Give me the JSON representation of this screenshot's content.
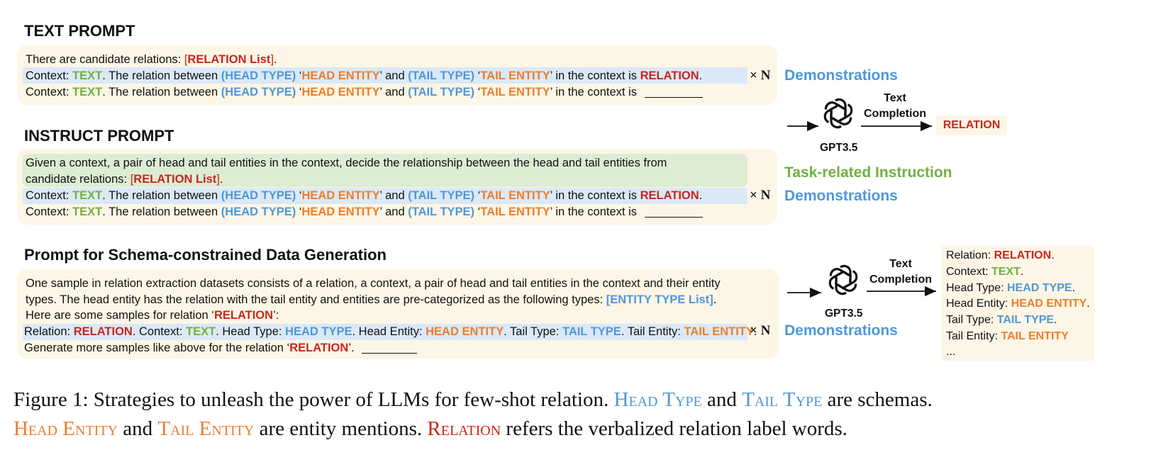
{
  "sections": {
    "text_prompt": "TEXT PROMPT",
    "instruct_prompt": "INSTRUCT PROMPT",
    "schema_prompt": "Prompt for Schema-constrained Data Generation"
  },
  "tokens": {
    "text": "TEXT",
    "head_type": "(HEAD TYPE)",
    "tail_type": "(TAIL TYPE)",
    "head_entity": "HEAD ENTITY",
    "tail_entity": "TAIL ENTITY",
    "relation": "RELATION",
    "relation_list": "RELATION List",
    "entity_type_list": "[ENTITY TYPE List]",
    "head_type_plain": "HEAD TYPE",
    "tail_type_plain": "TAIL TYPE"
  },
  "text_prompt": {
    "candidate_prefix": "There are candidate relations: ",
    "context_prefix": "Context: ",
    "rel_between": ". The relation between ",
    "and": " and ",
    "in_context_is": "’ in the context is ",
    "times_n": "× N"
  },
  "instruct_prompt": {
    "instruction_line1": "Given a context, a pair of head and tail entities in the context, decide the relationship between the head and tail entities from",
    "instruction_line2_prefix": "candidate relations: "
  },
  "schema_prompt": {
    "line1": "One sample in relation extraction datasets consists of a relation, a context, a pair of head and tail entities in the context and their entity",
    "line2_prefix": "types. The head entity has the relation with the tail entity and entities are pre-categorized as the following types: ",
    "line3_prefix": "Here are some samples for relation ‘",
    "line3_suffix": "’:",
    "demo_relation": "Relation: ",
    "demo_context": ". Context: ",
    "demo_head_type": ". Head Type: ",
    "demo_head_entity": ". Head Entity: ",
    "demo_tail_type": ". Tail Type: ",
    "demo_tail_entity": ". Tail Entity: ",
    "generate_prefix": "Generate more samples like above for the relation ‘",
    "generate_suffix": "’."
  },
  "side_labels": {
    "demonstrations": "Demonstrations",
    "task_instruction": "Task-related Instruction"
  },
  "model": {
    "name": "GPT3.5",
    "text_completion": "Text Completion",
    "text": "Text",
    "completion": "Completion"
  },
  "output": {
    "relation": "RELATION",
    "lines": {
      "relation_label": "Relation: ",
      "context_label": "Context: ",
      "head_type_label": "Head Type: ",
      "head_entity_label": "Head Entity: ",
      "tail_type_label": "Tail Type: ",
      "tail_entity_label": "Tail Entity: ",
      "ellipsis": "..."
    }
  },
  "caption": {
    "part1": "Figure 1: Strategies to unleash the power of LLMs for few-shot relation. ",
    "head_type": "Head Type",
    "and": " and ",
    "tail_type": "Tail Type",
    "part2": " are schemas.",
    "head_entity": "Head Entity",
    "tail_entity": "Tail Entity",
    "part3": " are entity mentions. ",
    "relation": "Relation",
    "part4": " refers the verbalized relation label words."
  },
  "colors": {
    "green": "#72b043",
    "blue": "#4f97d8",
    "orange": "#ec7e2c",
    "red": "#c8261e",
    "panel": "#fdf6e6",
    "highlight_blue": "#dbe9f7",
    "highlight_green": "#dcedd3"
  },
  "icons": {
    "model_logo": "openai-logo-icon"
  }
}
